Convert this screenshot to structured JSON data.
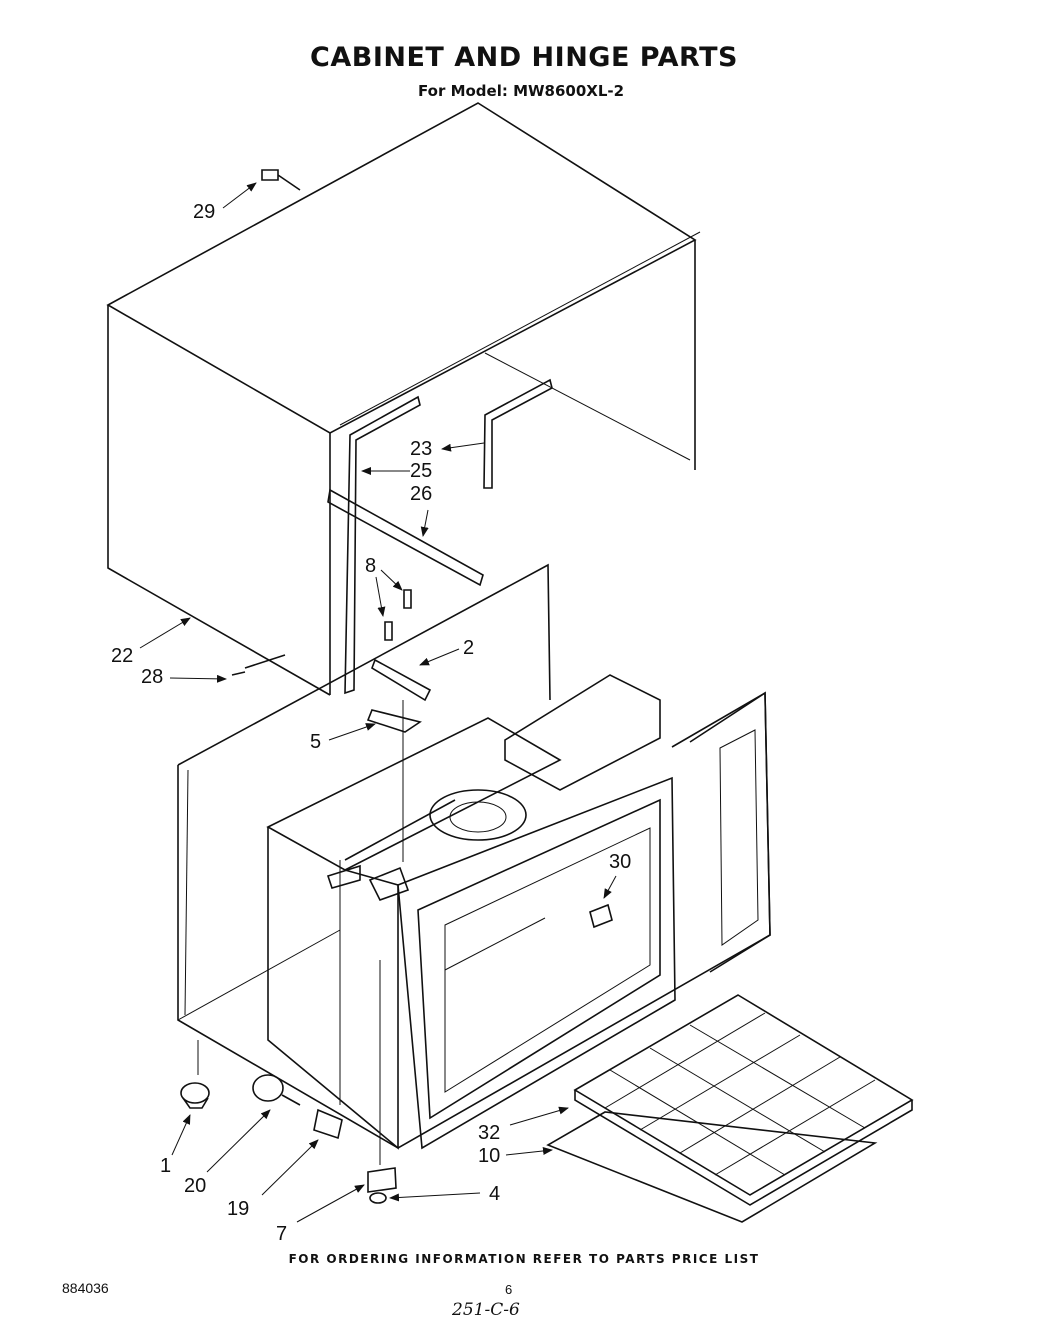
{
  "header": {
    "title": "CABINET AND HINGE  PARTS",
    "subtitle": "For Model: MW8600XL-2"
  },
  "callouts": {
    "c1": "1",
    "c2": "2",
    "c4": "4",
    "c5": "5",
    "c7": "7",
    "c8": "8",
    "c10": "10",
    "c19": "19",
    "c20": "20",
    "c22": "22",
    "c23": "23",
    "c25": "25",
    "c26": "26",
    "c28": "28",
    "c29": "29",
    "c30": "30",
    "c32": "32"
  },
  "footer": {
    "ordering_note": "FOR ORDERING INFORMATION REFER TO PARTS PRICE LIST",
    "doc_number": "884036",
    "page_number": "6",
    "handwritten": "251-C-6"
  }
}
